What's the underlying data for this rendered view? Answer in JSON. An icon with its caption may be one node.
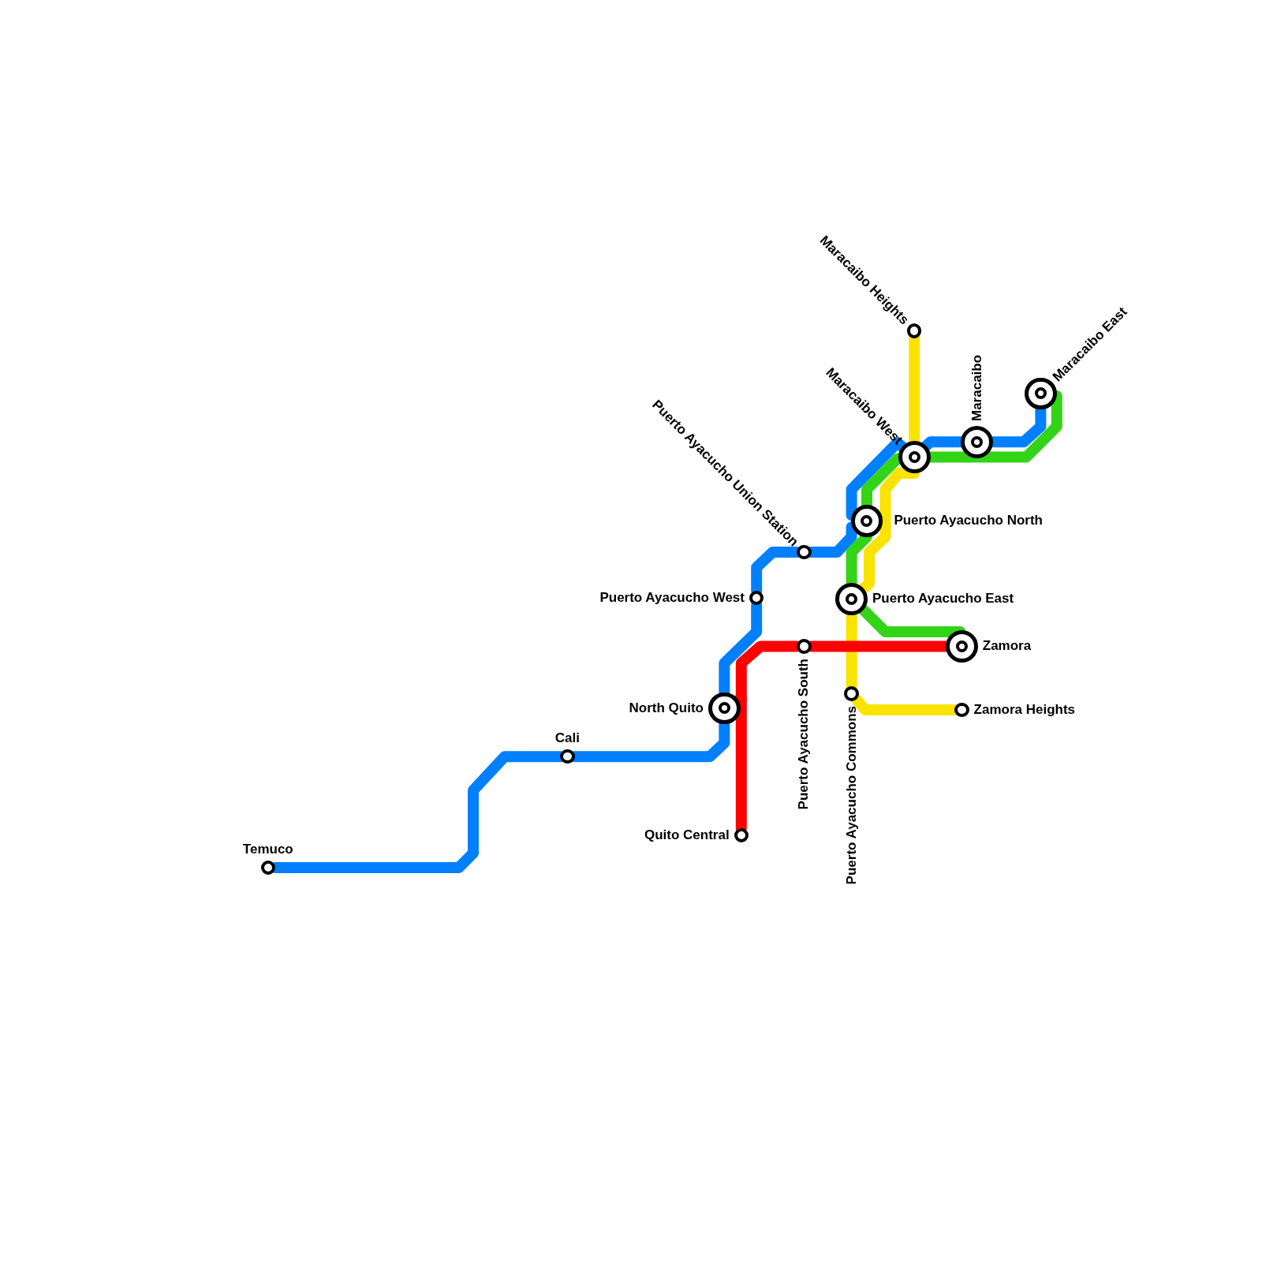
{
  "diagram": {
    "nodes": [
      {
        "text": [
          "Temuco"
        ]
      },
      {
        "text": [
          "Cali"
        ]
      },
      {
        "text": [
          "North Quito"
        ]
      },
      {
        "text": [
          "Puerto Ayacucho West"
        ]
      },
      {
        "text": [
          "Puerto Ayacucho Union Station"
        ]
      },
      {
        "text": [
          "Puerto Ayacucho North"
        ]
      },
      {
        "text": [
          "Maracaibo West"
        ]
      },
      {
        "text": [
          "Maracaibo"
        ]
      },
      {
        "text": [
          "Maracaibo East"
        ]
      },
      {
        "text": [
          "Maracaibo Heights"
        ]
      },
      {
        "text": [
          "Puerto Ayacucho East"
        ]
      },
      {
        "text": [
          "Zamora"
        ]
      },
      {
        "text": [
          "Quito Central"
        ]
      },
      {
        "text": [
          "Puerto Ayacucho South"
        ]
      },
      {
        "text": [
          "Puerto Ayacucho Commons"
        ]
      },
      {
        "text": [
          "Zamora Heights"
        ]
      }
    ],
    "edges": [
      {
        "from": 0,
        "to": 1,
        "arrow": "none",
        "color": "#0080ff"
      },
      {
        "from": 1,
        "to": 2,
        "arrow": "none",
        "color": "#0080ff"
      },
      {
        "from": 2,
        "to": 3,
        "arrow": "none",
        "color": "#0080ff"
      },
      {
        "from": 3,
        "to": 4,
        "arrow": "none",
        "color": "#0080ff"
      },
      {
        "from": 4,
        "to": 5,
        "arrow": "none",
        "color": "#0080ff"
      },
      {
        "from": 5,
        "to": 6,
        "arrow": "none",
        "color": "#0080ff"
      },
      {
        "from": 6,
        "to": 7,
        "arrow": "none",
        "color": "#0080ff"
      },
      {
        "from": 7,
        "to": 8,
        "arrow": "none",
        "color": "#0080ff"
      },
      {
        "from": 11,
        "to": 10,
        "arrow": "none",
        "color": "#33d418"
      },
      {
        "from": 10,
        "to": 5,
        "arrow": "none",
        "color": "#33d418"
      },
      {
        "from": 5,
        "to": 6,
        "arrow": "none",
        "color": "#33d418"
      },
      {
        "from": 6,
        "to": 8,
        "arrow": "none",
        "color": "#33d418"
      },
      {
        "from": 9,
        "to": 6,
        "arrow": "none",
        "color": "#f9e300"
      },
      {
        "from": 6,
        "to": 5,
        "arrow": "none",
        "color": "#f9e300"
      },
      {
        "from": 5,
        "to": 10,
        "arrow": "none",
        "color": "#f9e300"
      },
      {
        "from": 10,
        "to": 14,
        "arrow": "none",
        "color": "#f9e300"
      },
      {
        "from": 14,
        "to": 15,
        "arrow": "none",
        "color": "#f9e300"
      },
      {
        "from": 12,
        "to": 2,
        "arrow": "none",
        "color": "#ff0000"
      },
      {
        "from": 2,
        "to": 13,
        "arrow": "none",
        "color": "#ff0000"
      },
      {
        "from": 13,
        "to": 11,
        "arrow": "none",
        "color": "#ff0000"
      }
    ]
  }
}
